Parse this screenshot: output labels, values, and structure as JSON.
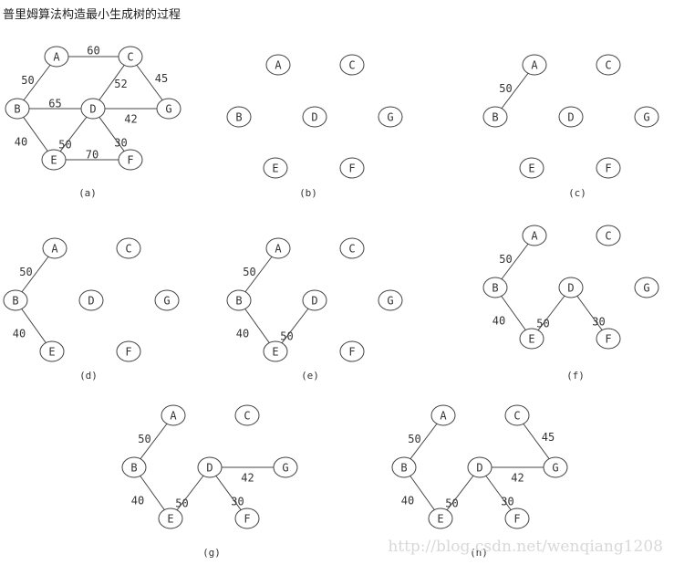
{
  "title": "普里姆算法构造最小生成树的过程",
  "watermark": "http://blog.csdn.net/wenqiang1208",
  "panels": [
    {
      "caption": "(a)",
      "edges": [
        [
          "A",
          "C",
          "60"
        ],
        [
          "A",
          "B",
          "50"
        ],
        [
          "B",
          "D",
          "65"
        ],
        [
          "C",
          "D",
          "52"
        ],
        [
          "C",
          "G",
          "45"
        ],
        [
          "D",
          "G",
          "42"
        ],
        [
          "B",
          "E",
          "40"
        ],
        [
          "D",
          "E",
          "50"
        ],
        [
          "D",
          "F",
          "30"
        ],
        [
          "E",
          "F",
          "70"
        ]
      ]
    },
    {
      "caption": "(b)",
      "edges": []
    },
    {
      "caption": "(c)",
      "edges": [
        [
          "A",
          "B",
          "50"
        ]
      ]
    },
    {
      "caption": "(d)",
      "edges": [
        [
          "A",
          "B",
          "50"
        ],
        [
          "B",
          "E",
          "40"
        ]
      ]
    },
    {
      "caption": "(e)",
      "edges": [
        [
          "A",
          "B",
          "50"
        ],
        [
          "B",
          "E",
          "40"
        ],
        [
          "D",
          "E",
          "50"
        ]
      ]
    },
    {
      "caption": "(f)",
      "edges": [
        [
          "A",
          "B",
          "50"
        ],
        [
          "B",
          "E",
          "40"
        ],
        [
          "D",
          "E",
          "50"
        ],
        [
          "D",
          "F",
          "30"
        ]
      ]
    },
    {
      "caption": "(g)",
      "edges": [
        [
          "A",
          "B",
          "50"
        ],
        [
          "B",
          "E",
          "40"
        ],
        [
          "D",
          "E",
          "50"
        ],
        [
          "D",
          "F",
          "30"
        ],
        [
          "D",
          "G",
          "42"
        ]
      ]
    },
    {
      "caption": "(h)",
      "edges": [
        [
          "A",
          "B",
          "50"
        ],
        [
          "B",
          "E",
          "40"
        ],
        [
          "D",
          "E",
          "50"
        ],
        [
          "D",
          "F",
          "30"
        ],
        [
          "D",
          "G",
          "42"
        ],
        [
          "C",
          "G",
          "45"
        ]
      ]
    }
  ],
  "nodes": [
    "A",
    "B",
    "C",
    "D",
    "E",
    "F",
    "G"
  ]
}
